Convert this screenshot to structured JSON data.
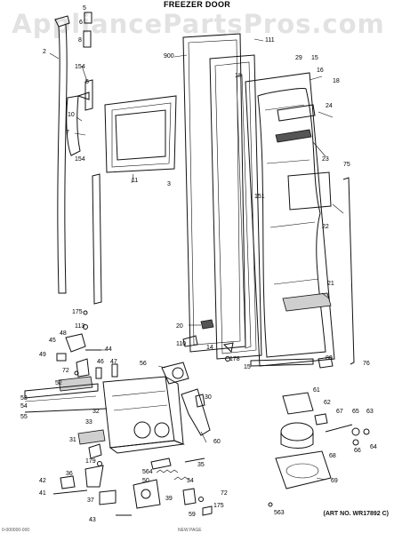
{
  "title": "FREEZER DOOR",
  "watermark": "AppliancePartsPros.com",
  "art_no": "(ART NO. WR17892 C)",
  "footer": {
    "left": "0-000000-000",
    "center": "NEW PAGE"
  },
  "callouts": {
    "c2": "2",
    "c5": "5",
    "c6": "6",
    "c8": "8",
    "c154a": "154",
    "c10": "10",
    "c7": "7",
    "c154b": "154",
    "c9": "9",
    "c11": "11",
    "c3": "3",
    "c900": "900",
    "c111": "111",
    "c29": "29",
    "c15a": "15",
    "c16": "16",
    "c18a": "18",
    "c18b": "18",
    "c24": "24",
    "c23": "23",
    "c75": "75",
    "c151": "151",
    "c22": "22",
    "c21": "21",
    "c175a": "175",
    "c113": "113",
    "c20": "20",
    "c48": "48",
    "c45": "45",
    "c44": "44",
    "c110": "110",
    "c14": "14",
    "c178": "178",
    "c80": "80",
    "c15b": "15",
    "c76": "76",
    "c49": "49",
    "c72a": "72",
    "c46": "46",
    "c47": "47",
    "c56": "56",
    "c52": "52",
    "c53": "53",
    "c54": "54",
    "c55": "55",
    "c32": "32",
    "c30": "30",
    "c61": "61",
    "c62": "62",
    "c67": "67",
    "c65": "65",
    "c63": "63",
    "c33": "33",
    "c31": "31",
    "c60": "60",
    "c66": "66",
    "c64": "64",
    "c68": "68",
    "c179": "179",
    "c36": "36",
    "c564": "564",
    "c35": "35",
    "c34": "34",
    "c69": "69",
    "c42": "42",
    "c50": "50",
    "c41": "41",
    "c37": "37",
    "c39": "39",
    "c59": "59",
    "c72b": "72",
    "c175b": "175",
    "c563": "563",
    "c43": "43"
  }
}
